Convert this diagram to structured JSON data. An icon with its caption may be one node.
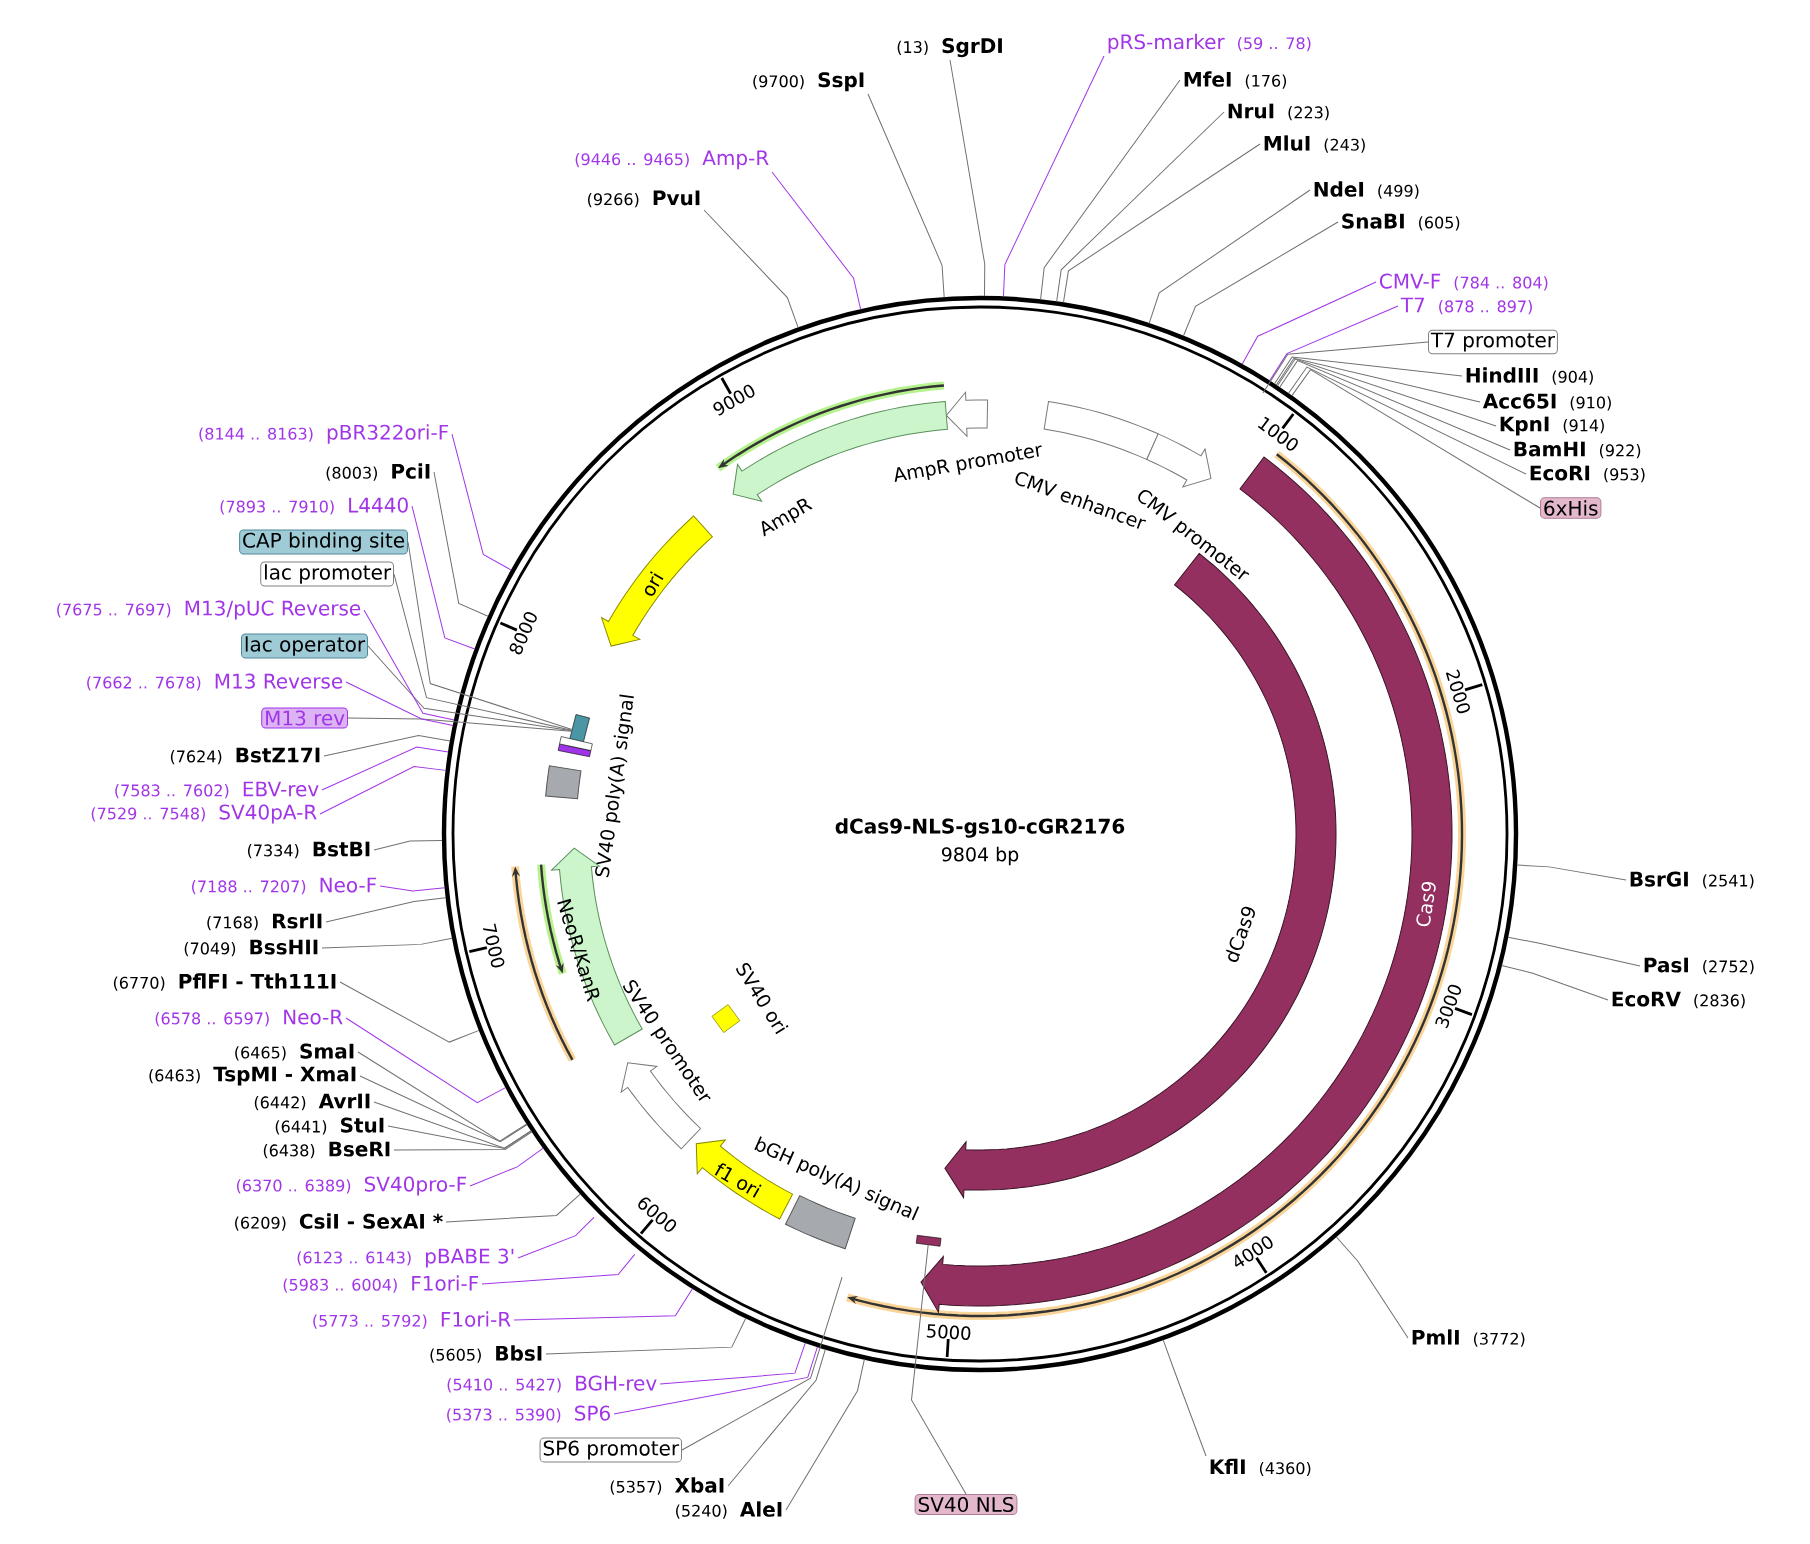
{
  "diagram": {
    "title": "dCas9-NLS-gs10-cGR2176",
    "nodes": [
      {
        "text": [
          "(13)",
          "SgrDI"
        ]
      },
      {
        "text": [
          "pRS-marker",
          "(59 .. 78)"
        ]
      },
      {
        "text": [
          "MfeI",
          "(176)"
        ]
      },
      {
        "text": [
          "NruI",
          "(223)"
        ]
      },
      {
        "text": [
          "MluI",
          "(243)"
        ]
      },
      {
        "text": [
          "NdeI",
          "(499)"
        ]
      },
      {
        "text": [
          "SnaBI",
          "(605)"
        ]
      },
      {
        "text": [
          "CMV-F",
          "(784 .. 804)"
        ]
      },
      {
        "text": [
          "T7",
          "(878 .. 897)"
        ]
      },
      {
        "text": [
          "T7 promoter"
        ]
      },
      {
        "text": [
          "HindIII",
          "(904)"
        ]
      },
      {
        "text": [
          "Acc65I",
          "(910)"
        ]
      },
      {
        "text": [
          "KpnI",
          "(914)"
        ]
      },
      {
        "text": [
          "BamHI",
          "(922)"
        ]
      },
      {
        "text": [
          "EcoRI",
          "(953)"
        ]
      },
      {
        "text": [
          "6xHis"
        ]
      },
      {
        "text": [
          "BsrGI",
          "(2541)"
        ]
      },
      {
        "text": [
          "PasI",
          "(2752)"
        ]
      },
      {
        "text": [
          "EcoRV",
          "(2836)"
        ]
      },
      {
        "text": [
          "PmlI",
          "(3772)"
        ]
      },
      {
        "text": [
          "KflI",
          "(4360)"
        ]
      },
      {
        "text": [
          "SV40 NLS"
        ]
      },
      {
        "text": [
          "(5240)",
          "AleI"
        ]
      },
      {
        "text": [
          "(5357)",
          "XbaI"
        ]
      },
      {
        "text": [
          "SP6 promoter"
        ]
      },
      {
        "text": [
          "(5373 .. 5390)",
          "SP6"
        ]
      },
      {
        "text": [
          "(5410 .. 5427)",
          "BGH-rev"
        ]
      },
      {
        "text": [
          "(5605)",
          "BbsI"
        ]
      },
      {
        "text": [
          "(5773 .. 5792)",
          "F1ori-R"
        ]
      },
      {
        "text": [
          "(5983 .. 6004)",
          "F1ori-F"
        ]
      },
      {
        "text": [
          "(6123 .. 6143)",
          "pBABE 3'"
        ]
      },
      {
        "text": [
          "(6209)",
          "CsiI - SexAI *"
        ]
      },
      {
        "text": [
          "(6370 .. 6389)",
          "SV40pro-F"
        ]
      },
      {
        "text": [
          "(6438)",
          "BseRI"
        ]
      },
      {
        "text": [
          "(6441)",
          "StuI"
        ]
      },
      {
        "text": [
          "(6442)",
          "AvrII"
        ]
      },
      {
        "text": [
          "(6463)",
          "TspMI - XmaI"
        ]
      },
      {
        "text": [
          "(6465)",
          "SmaI"
        ]
      },
      {
        "text": [
          "(6578 .. 6597)",
          "Neo-R"
        ]
      },
      {
        "text": [
          "(6770)",
          "PflFI - Tth111I"
        ]
      },
      {
        "text": [
          "(7049)",
          "BssHII"
        ]
      },
      {
        "text": [
          "(7168)",
          "RsrII"
        ]
      },
      {
        "text": [
          "(7188 .. 7207)",
          "Neo-F"
        ]
      },
      {
        "text": [
          "(7334)",
          "BstBI"
        ]
      },
      {
        "text": [
          "(7529 .. 7548)",
          "SV40pA-R"
        ]
      },
      {
        "text": [
          "(7583 .. 7602)",
          "EBV-rev"
        ]
      },
      {
        "text": [
          "(7624)",
          "BstZ17I"
        ]
      },
      {
        "text": [
          "M13 rev"
        ]
      },
      {
        "text": [
          "(7662 .. 7678)",
          "M13 Reverse"
        ]
      },
      {
        "text": [
          "lac operator"
        ]
      },
      {
        "text": [
          "(7675 .. 7697)",
          "M13/pUC Reverse"
        ]
      },
      {
        "text": [
          "lac promoter"
        ]
      },
      {
        "text": [
          "CAP binding site"
        ]
      },
      {
        "text": [
          "(7893 .. 7910)",
          "L4440"
        ]
      },
      {
        "text": [
          "(8003)",
          "PciI"
        ]
      },
      {
        "text": [
          "(8144 .. 8163)",
          "pBR322ori-F"
        ]
      },
      {
        "text": [
          "(9266)",
          "PvuI"
        ]
      },
      {
        "text": [
          "(9446 .. 9465)",
          "Amp-R"
        ]
      },
      {
        "text": [
          "(9700)",
          "SspI"
        ]
      },
      {
        "text": [
          "AmpR promoter"
        ]
      },
      {
        "text": [
          "AmpR"
        ]
      },
      {
        "text": [
          "ori"
        ]
      },
      {
        "text": [
          "CMV enhancer"
        ]
      },
      {
        "text": [
          "CMV promoter"
        ]
      },
      {
        "text": [
          "dCas9"
        ]
      },
      {
        "text": [
          "Cas9"
        ]
      },
      {
        "text": [
          "SV40 poly(A) signal"
        ]
      },
      {
        "text": [
          "NeoR/KanR"
        ]
      },
      {
        "text": [
          "SV40 promoter"
        ]
      },
      {
        "text": [
          "SV40 ori"
        ]
      },
      {
        "text": [
          "f1 ori"
        ]
      },
      {
        "text": [
          "bGH poly(A) signal"
        ]
      },
      {
        "text": [],
        "shape": "box"
      },
      {
        "text": [],
        "shape": "box"
      }
    ],
    "edges": [
      {
        "from": 0,
        "to": null,
        "arrow": "none"
      },
      {
        "from": 1,
        "to": null,
        "arrow": "none",
        "color": "#a135e8"
      },
      {
        "from": 2,
        "to": null,
        "arrow": "none"
      },
      {
        "from": 3,
        "to": null,
        "arrow": "none"
      },
      {
        "from": 4,
        "to": null,
        "arrow": "none"
      },
      {
        "from": 5,
        "to": null,
        "arrow": "none"
      },
      {
        "from": 6,
        "to": null,
        "arrow": "none"
      },
      {
        "from": 7,
        "to": null,
        "arrow": "none",
        "color": "#a135e8"
      },
      {
        "from": 8,
        "to": null,
        "arrow": "none",
        "color": "#a135e8"
      },
      {
        "from": 9,
        "to": null,
        "arrow": "none"
      },
      {
        "from": 10,
        "to": null,
        "arrow": "none"
      },
      {
        "from": 11,
        "to": null,
        "arrow": "none"
      },
      {
        "from": 12,
        "to": null,
        "arrow": "none"
      },
      {
        "from": 13,
        "to": null,
        "arrow": "none"
      },
      {
        "from": 14,
        "to": null,
        "arrow": "none"
      },
      {
        "from": 15,
        "to": null,
        "arrow": "none"
      },
      {
        "from": 16,
        "to": null,
        "arrow": "none"
      },
      {
        "from": 17,
        "to": null,
        "arrow": "none"
      },
      {
        "from": 18,
        "to": null,
        "arrow": "none"
      },
      {
        "from": 19,
        "to": null,
        "arrow": "none"
      },
      {
        "from": 20,
        "to": null,
        "arrow": "none"
      },
      {
        "from": 21,
        "to": 72,
        "arrow": "none"
      },
      {
        "from": 22,
        "to": null,
        "arrow": "none"
      },
      {
        "from": 23,
        "to": null,
        "arrow": "none"
      },
      {
        "from": 24,
        "to": null,
        "arrow": "none"
      },
      {
        "from": 25,
        "to": null,
        "arrow": "none",
        "color": "#a135e8"
      },
      {
        "from": 26,
        "to": null,
        "arrow": "none",
        "color": "#a135e8"
      },
      {
        "from": 27,
        "to": null,
        "arrow": "none"
      },
      {
        "from": 28,
        "to": null,
        "arrow": "none",
        "color": "#a135e8"
      },
      {
        "from": 29,
        "to": null,
        "arrow": "none",
        "color": "#a135e8"
      },
      {
        "from": 30,
        "to": null,
        "arrow": "none",
        "color": "#a135e8"
      },
      {
        "from": 31,
        "to": null,
        "arrow": "none"
      },
      {
        "from": 32,
        "to": null,
        "arrow": "none",
        "color": "#a135e8"
      },
      {
        "from": 33,
        "to": null,
        "arrow": "none"
      },
      {
        "from": 34,
        "to": null,
        "arrow": "none"
      },
      {
        "from": 35,
        "to": null,
        "arrow": "none"
      },
      {
        "from": 36,
        "to": null,
        "arrow": "none"
      },
      {
        "from": 37,
        "to": null,
        "arrow": "none"
      },
      {
        "from": 38,
        "to": null,
        "arrow": "none",
        "color": "#a135e8"
      },
      {
        "from": 39,
        "to": null,
        "arrow": "none"
      },
      {
        "from": 40,
        "to": null,
        "arrow": "none"
      },
      {
        "from": 41,
        "to": null,
        "arrow": "none"
      },
      {
        "from": 42,
        "to": null,
        "arrow": "none",
        "color": "#a135e8"
      },
      {
        "from": 43,
        "to": null,
        "arrow": "none"
      },
      {
        "from": 44,
        "to": null,
        "arrow": "none",
        "color": "#a135e8"
      },
      {
        "from": 45,
        "to": null,
        "arrow": "none",
        "color": "#a135e8"
      },
      {
        "from": 46,
        "to": null,
        "arrow": "none"
      },
      {
        "from": 47,
        "to": 73,
        "arrow": "none"
      },
      {
        "from": 48,
        "to": null,
        "arrow": "none",
        "color": "#a135e8"
      },
      {
        "from": 49,
        "to": 73,
        "arrow": "none"
      },
      {
        "from": 50,
        "to": null,
        "arrow": "none",
        "color": "#a135e8"
      },
      {
        "from": 51,
        "to": 73,
        "arrow": "none"
      },
      {
        "from": 52,
        "to": 73,
        "arrow": "none"
      },
      {
        "from": 53,
        "to": null,
        "arrow": "none",
        "color": "#a135e8"
      },
      {
        "from": 54,
        "to": null,
        "arrow": "none"
      },
      {
        "from": 55,
        "to": null,
        "arrow": "none",
        "color": "#a135e8"
      },
      {
        "from": 56,
        "to": null,
        "arrow": "none"
      },
      {
        "from": 57,
        "to": null,
        "arrow": "none",
        "color": "#a135e8"
      },
      {
        "from": 58,
        "to": null,
        "arrow": "none"
      }
    ],
    "labels": [
      "9804 bp",
      "1000",
      "2000",
      "3000",
      "4000",
      "5000",
      "6000",
      "7000",
      "8000",
      "9000"
    ]
  }
}
